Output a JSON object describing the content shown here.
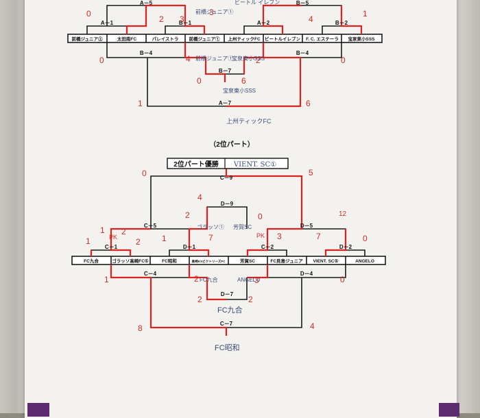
{
  "part2": {
    "heading": "（2位パート）",
    "champion_label": "2位パート優勝",
    "champion_hand": "VIENT. SC①"
  },
  "top": {
    "teams": [
      "前橋ジュニア②",
      "太田南FC",
      "パレイストラ",
      "前橋ジュニア①",
      "上州ティックFC",
      "ビートルイレブン",
      "F. C. エステーラ",
      "宝泉東小SSS"
    ],
    "matches": {
      "a1": "A－1",
      "a2": "A－2",
      "a4": "B－4",
      "a5": "A－5",
      "b1": "B－1",
      "b2": "B－2",
      "b4": "B－4",
      "b5": "B－5",
      "b7": "B－7",
      "a7": "A－7"
    },
    "hand": {
      "s_0": "0",
      "s_2a": "2",
      "s_3a": "3",
      "s_3b": "3",
      "s_4": "4",
      "s_1": "1",
      "s_0b": "0",
      "s_4b": "4",
      "s_2b": "2",
      "s_0c": "0",
      "s_0d": "0",
      "s_6": "6",
      "s_1b": "1",
      "s_6b": "6",
      "w_a5": "前橋ジュニア①",
      "w_b5": "ビートル イレブン",
      "w_b7l": "前橋ジュニア①",
      "w_b7r": "宝泉東小SSS",
      "w_b7": "宝泉東小SSS",
      "w_a7": "上州ティックFC"
    }
  },
  "bottom": {
    "teams": [
      "FC九合",
      "ゴラッソ高崎FC①",
      "FC昭和",
      "高崎KSビクトリーズFC",
      "芳賀SC",
      "FC見島ジュニア",
      "VIENT. SC①",
      "ANGELO"
    ],
    "matches": {
      "c1": "C－1",
      "c2": "C－2",
      "c4": "C－4",
      "c5": "C－5",
      "c7": "C－7",
      "c9": "C－9",
      "d1": "D－1",
      "d2": "D－2",
      "d4": "D－4",
      "d5": "D－5",
      "d7": "D－7",
      "d9": "D－9"
    },
    "hand": {
      "s_0a": "0",
      "s_5a": "5",
      "s_4a": "4",
      "s_0b": "0",
      "s_1a": "1",
      "s_2a": "2",
      "s_7a": "7",
      "s_2b": "2",
      "pk_a": "PK",
      "s_2pk": "2",
      "pk_b": "PK",
      "s_1b": "1",
      "s_3a": "3",
      "s_1c": "1",
      "s_2c": "2",
      "s_1d": "1",
      "s_7b": "7",
      "s_0c": "0",
      "s_12": "12",
      "s_1e": "1",
      "s_2d": "2",
      "s_3b": "3",
      "s_0d": "0",
      "s_2e": "2",
      "s_2f": "2",
      "s_8": "8",
      "s_4b": "4",
      "w_d9l": "ゴラッソ①",
      "w_d9r": "芳賀SC",
      "w_d7l": "FC九合",
      "w_d7r": "ANGELO",
      "w_d7": "FC九合",
      "w_c7": "FC昭和"
    }
  }
}
